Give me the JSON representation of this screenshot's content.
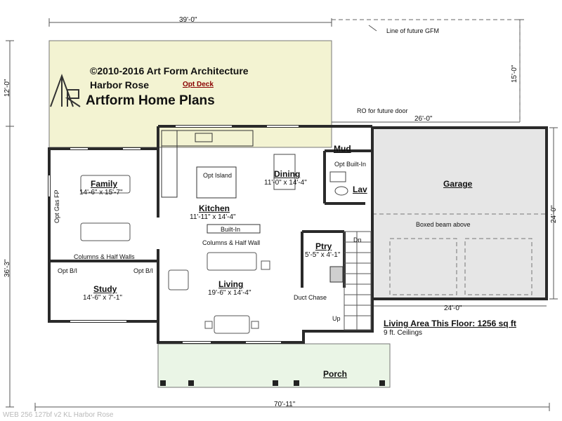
{
  "copyright": {
    "line1": "©2010-2016 Art Form Architecture",
    "line2": "Harbor Rose",
    "opt_deck": "Opt Deck",
    "brand": "Artform Home Plans",
    "logo_letters": "AR"
  },
  "dimensions": {
    "top_width": "39'-0\"",
    "deck_depth": "12'-0\"",
    "gfm_depth": "15'-0\"",
    "gfm_width": "26'-0\"",
    "house_depth": "36'-3\"",
    "garage_depth": "24'-0\"",
    "garage_width": "24'-0\"",
    "overall_width": "70'-11\""
  },
  "annotations": {
    "future_gfm": "Line of future GFM",
    "ro_door": "RO for future door",
    "boxed_beam": "Boxed beam above",
    "opt_island": "Opt Island",
    "built_in": "Built-In",
    "columns_half_wall": "Columns & Half Wall",
    "columns_half_walls": "Columns & Half Walls",
    "opt_bi_left": "Opt B/I",
    "opt_bi_right": "Opt B/I",
    "opt_gas_fp": "Opt Gas FP",
    "opt_built_in": "Opt Built-In",
    "duct_chase": "Duct Chase",
    "dn": "Dn",
    "up": "Up"
  },
  "rooms": {
    "family": {
      "name": "Family",
      "size": "14'-6\" x 15'-7\""
    },
    "study": {
      "name": "Study",
      "size": "14'-6\" x 7'-1\""
    },
    "kitchen": {
      "name": "Kitchen",
      "size": "11'-11\" x 14'-4\""
    },
    "dining": {
      "name": "Dining",
      "size": "11'-0\" x 14'-4\""
    },
    "living": {
      "name": "Living",
      "size": "19'-6\" x 14'-4\""
    },
    "pantry": {
      "name": "Ptry",
      "size": "5'-5\" x 4'-1\""
    },
    "mud": {
      "name": "Mud"
    },
    "lav": {
      "name": "Lav"
    },
    "garage": {
      "name": "Garage"
    },
    "porch": {
      "name": "Porch"
    }
  },
  "summary": {
    "area": "Living Area This Floor: 1256 sq ft",
    "ceilings": "9 ft. Ceilings"
  },
  "watermark": "WEB 256 127bf v2 KL Harbor Rose",
  "colors": {
    "deck_fill": "#f3f3d2",
    "porch_fill": "#eaf5e6",
    "garage_fill": "#e6e6e6",
    "wall": "#2a2a2a"
  }
}
